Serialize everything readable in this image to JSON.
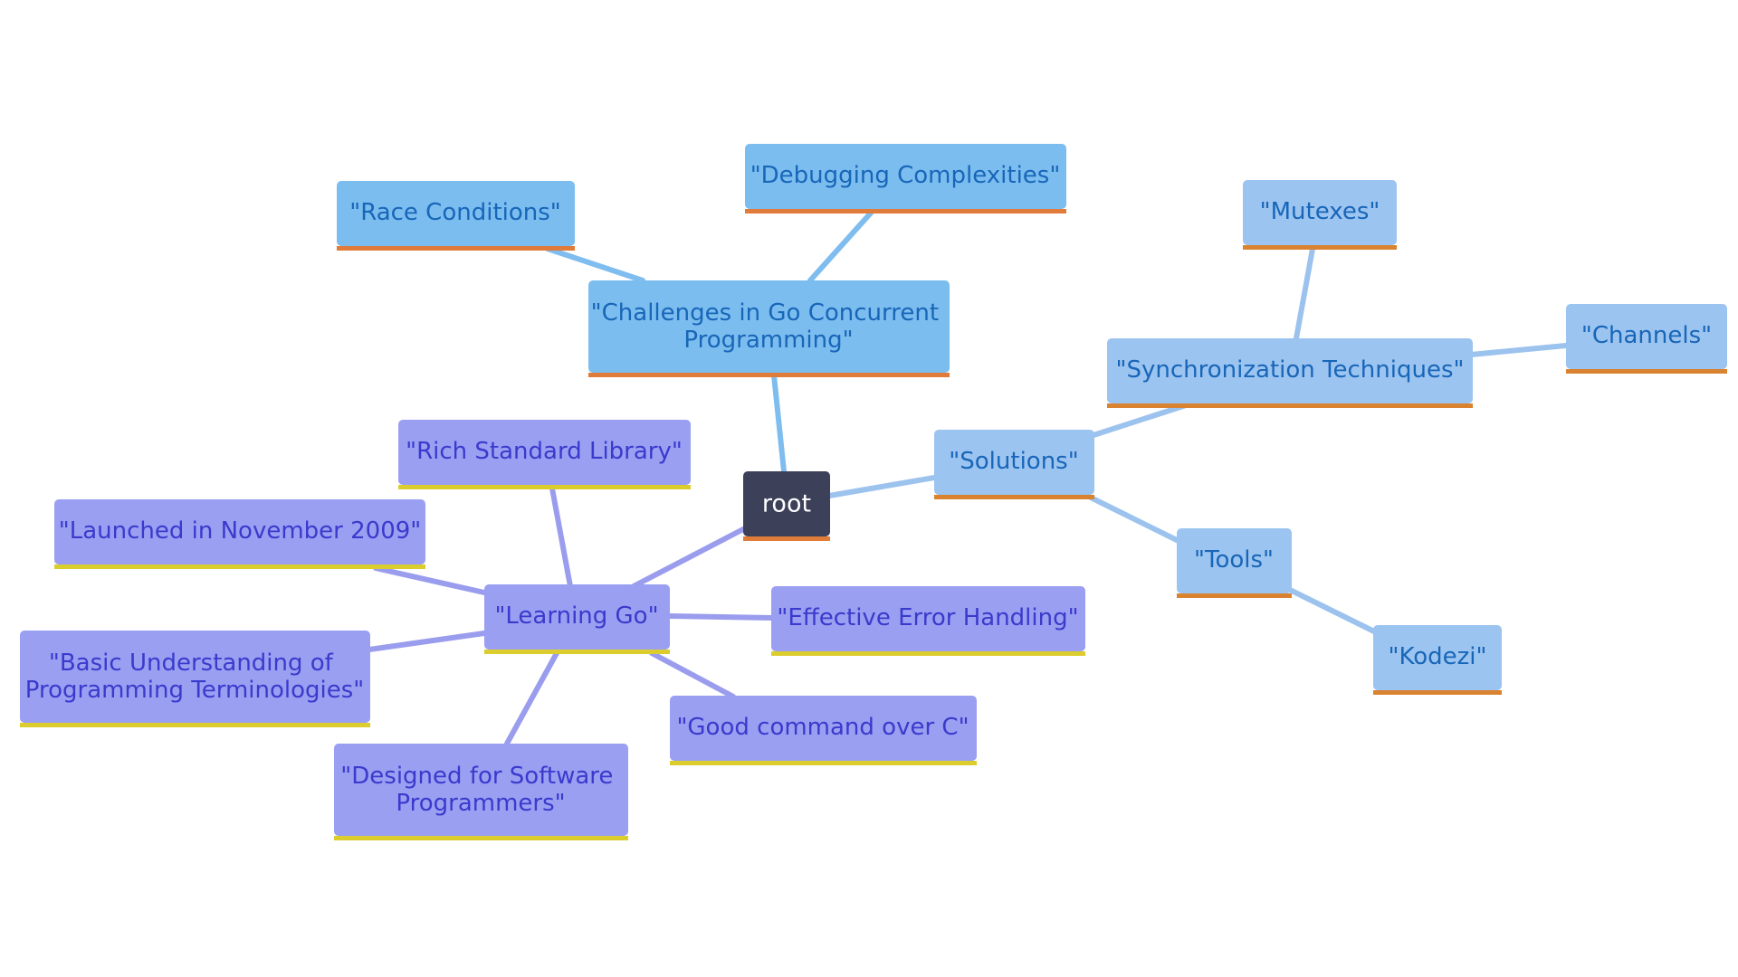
{
  "diagram": {
    "root": {
      "label": "root"
    },
    "branches": {
      "learning_go": {
        "label": "\"Learning Go\"",
        "children": [
          "\"Rich Standard Library\"",
          "\"Launched in November 2009\"",
          "\"Basic Understanding of Programming Terminologies\"",
          "\"Designed for Software Programmers\"",
          "\"Good command over C\"",
          "\"Effective Error Handling\""
        ]
      },
      "challenges": {
        "label": "\"Challenges in Go Concurrent Programming\"",
        "children": [
          "\"Race Conditions\"",
          "\"Debugging Complexities\""
        ]
      },
      "solutions": {
        "label": "\"Solutions\"",
        "synchronization": {
          "label": "\"Synchronization Techniques\"",
          "children": [
            "\"Mutexes\"",
            "\"Channels\""
          ]
        },
        "tools": {
          "label": "\"Tools\"",
          "children": [
            "\"Kodezi\""
          ]
        }
      }
    },
    "colors": {
      "root_fill": "#3c4159",
      "root_underline": "#e07b39",
      "learning_fill": "#9a9ff2",
      "learning_underline": "#dccd2e",
      "learning_text": "#3a3acc",
      "challenges_fill": "#7cbdf0",
      "challenges_underline": "#e07b39",
      "solutions_fill": "#9cc4f0",
      "solutions_underline": "#d9822f",
      "blue_text": "#1866b8"
    }
  }
}
